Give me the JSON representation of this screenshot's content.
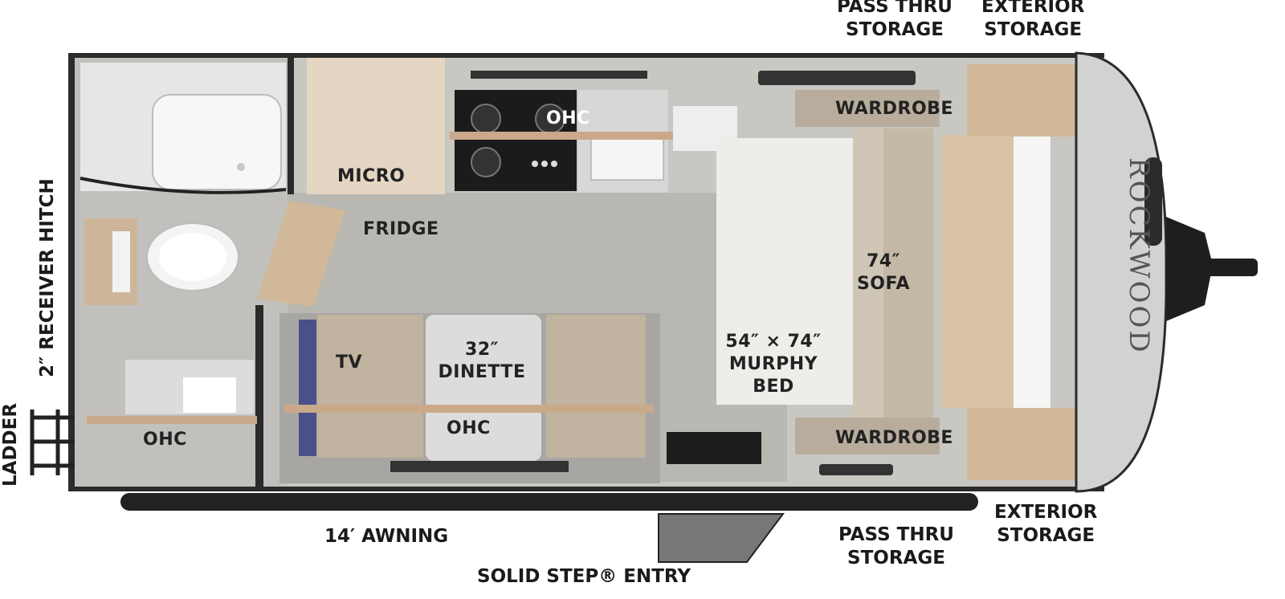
{
  "floorplan": {
    "brand": "ROCKWOOD",
    "rooms": {
      "micro": "MICRO",
      "fridge": "FRIDGE",
      "ohc_kitchen": "OHC",
      "tv": "TV",
      "dinette": [
        "32″",
        "DINETTE"
      ],
      "ohc_dinette": "OHC",
      "ohc_bath": "OHC",
      "wardrobe_top": "WARDROBE",
      "wardrobe_bottom": "WARDROBE",
      "sofa": [
        "74″",
        "SOFA"
      ],
      "murphy_bed": [
        "54″ × 74″",
        "MURPHY",
        "BED"
      ]
    },
    "exterior": {
      "pass_thru_top": [
        "PASS THRU",
        "STORAGE"
      ],
      "exterior_top": [
        "EXTERIOR",
        "STORAGE"
      ],
      "exterior_bottom": [
        "EXTERIOR",
        "STORAGE"
      ],
      "pass_thru_bottom": [
        "PASS THRU",
        "STORAGE"
      ],
      "awning": "14′ AWNING",
      "entry": "SOLID STEP® ENTRY",
      "hitch": "2″ RECEIVER HITCH",
      "ladder": "LADDER"
    }
  }
}
